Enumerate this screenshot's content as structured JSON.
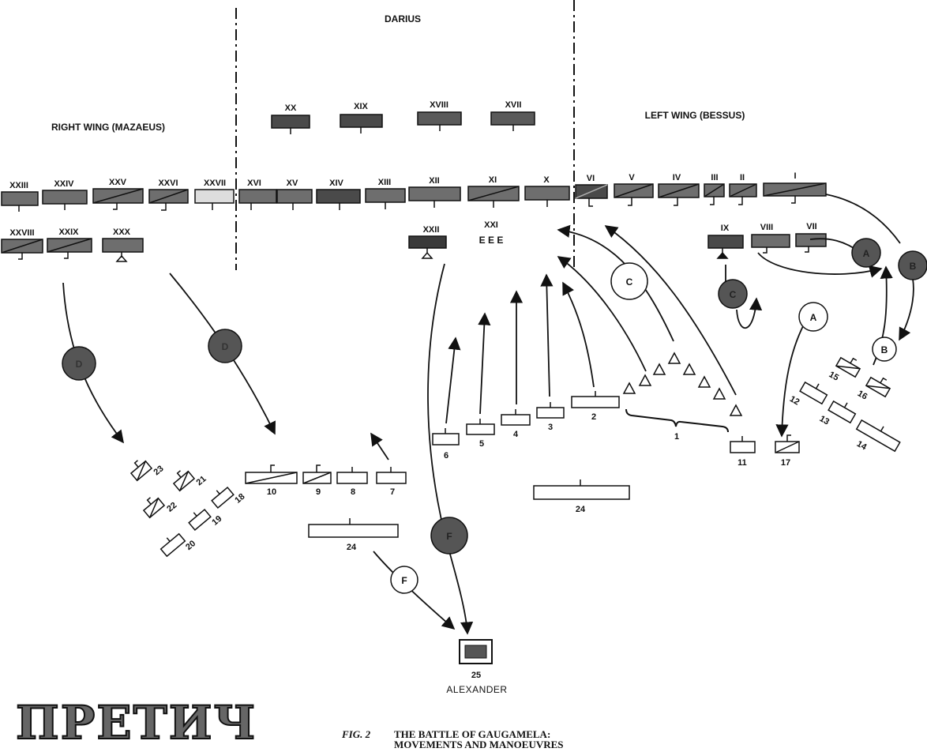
{
  "headers": {
    "darius": "DARIUS",
    "right_wing": "RIGHT WING (MAZAEUS)",
    "left_wing": "LEFT WING (BESSUS)"
  },
  "persian_units": {
    "center_rear": [
      "XX",
      "XIX",
      "XVIII",
      "XVII"
    ],
    "front_line": [
      "XXIII",
      "XXIV",
      "XXV",
      "XXVI",
      "XXVII",
      "XVI",
      "XV",
      "XIV",
      "XIII",
      "XII",
      "XI",
      "X",
      "VI",
      "V",
      "IV",
      "III",
      "II",
      "I"
    ],
    "right_second_line": [
      "XXVIII",
      "XXIX",
      "XXX"
    ],
    "center_second_line": [
      "XXII",
      "XXI"
    ],
    "xxi_marks": "E E E",
    "left_second_line": [
      "IX",
      "VIII",
      "VII"
    ]
  },
  "macedonian_units": [
    "1",
    "2",
    "3",
    "4",
    "5",
    "6",
    "7",
    "8",
    "9",
    "10",
    "11",
    "12",
    "13",
    "14",
    "15",
    "16",
    "17",
    "18",
    "19",
    "20",
    "21",
    "22",
    "23",
    "24",
    "24",
    "25"
  ],
  "movement_markers": {
    "persian": [
      "A",
      "B",
      "C",
      "D",
      "D",
      "F"
    ],
    "macedonian": [
      "A",
      "B",
      "C",
      "F"
    ]
  },
  "alexander_label": "ALEXANDER",
  "caption": {
    "fig": "FIG. 2",
    "line1": "THE BATTLE OF GAUGAMELA:",
    "line2": "MOVEMENTS AND MANOEUVRES"
  },
  "watermark": "ПРЕТИЧ",
  "colors": {
    "persian_fill": "#6e6e6e",
    "macedonian_fill": "#ffffff",
    "ink": "#111111"
  }
}
